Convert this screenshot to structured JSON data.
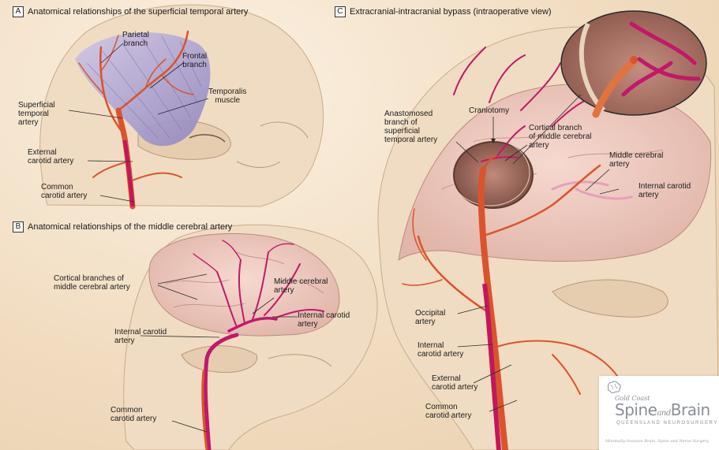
{
  "panels": {
    "a": {
      "letter": "A",
      "title": "Anatomical relationships of the superficial temporal artery"
    },
    "b": {
      "letter": "B",
      "title": "Anatomical relationships of the middle cerebral artery"
    },
    "c": {
      "letter": "C",
      "title": "Extracranial-intracranial bypass (intraoperative view)"
    }
  },
  "labels": {
    "parietal": "Parietal\nbranch",
    "frontal": "Frontal\nbranch",
    "temporalis": "Temporalis\nmuscle",
    "sta": "Superficial\ntemporal\nartery",
    "eca_a": "External\ncarotid artery",
    "cca_a": "Common\ncarotid artery",
    "cortical_b": "Cortical branches of\nmiddle cerebral artery",
    "mca_b": "Middle cerebral\nartery",
    "ica_b_right": "Internal carotid\nartery",
    "ica_b_left": "Internal carotid\nartery",
    "cca_b": "Common\ncarotid artery",
    "anastomosed": "Anastomosed\nbranch of\nsuperficial\ntemporal artery",
    "craniotomy": "Craniotomy",
    "cortical_c": "Cortical branch\nof middle cerebral\nartery",
    "mca_c": "Middle cerebral\nartery",
    "ica_c_right": "Internal carotid\nartery",
    "occipital": "Occipital\nartery",
    "ica_c": "Internal\ncarotid artery",
    "eca_c": "External\ncarotid artery",
    "cca_c": "Common\ncarotid artery"
  },
  "logo": {
    "line1": "Gold Coast",
    "word1": "Spine",
    "and": "and",
    "word2": "Brain",
    "line3": "QUEENSLAND NEUROSURGERY",
    "tagline": "Minimally Invasive Brain, Spine and Nerve Surgery"
  },
  "colors": {
    "artery": "#d9542c",
    "carotid": "#c2185b",
    "brain_vessel": "#c2186b",
    "skin": "#f1dcc0",
    "muscle": "#a79ccf"
  }
}
